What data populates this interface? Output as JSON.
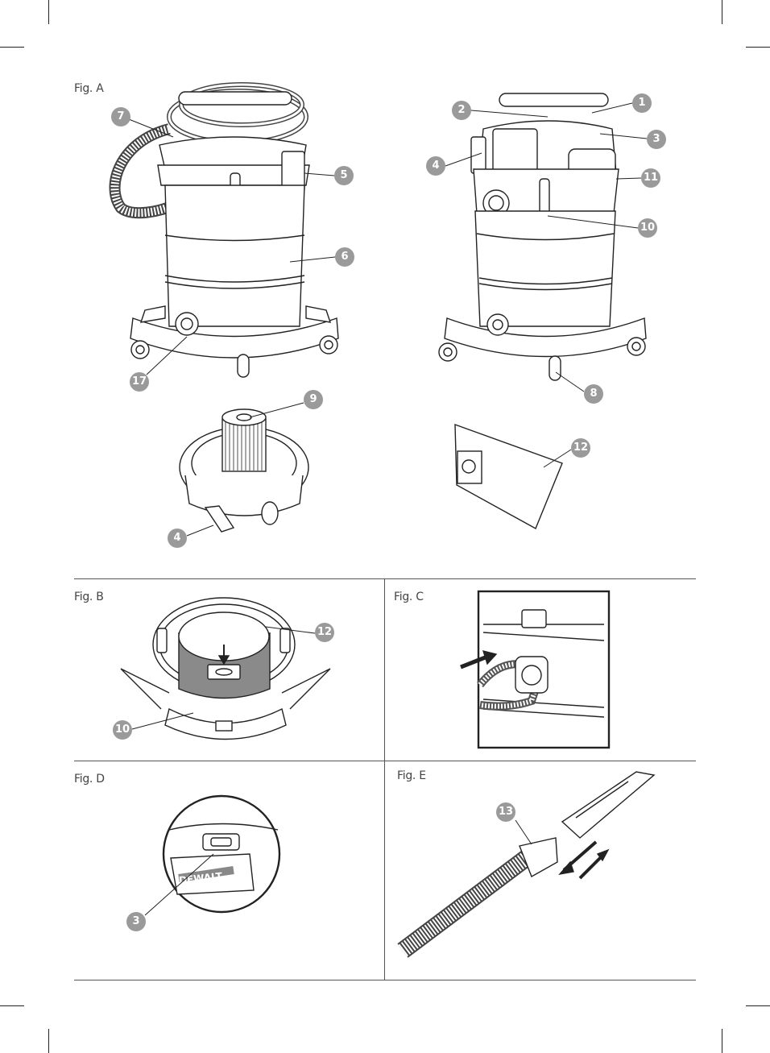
{
  "figures": {
    "a": {
      "label": "Fig. A"
    },
    "b": {
      "label": "Fig. B"
    },
    "c": {
      "label": "Fig. C"
    },
    "d": {
      "label": "Fig. D"
    },
    "e": {
      "label": "Fig. E"
    }
  },
  "callouts": {
    "a7": "7",
    "a5": "5",
    "a6": "6",
    "a17": "17",
    "a9": "9",
    "a4": "4",
    "a2": "2",
    "a1": "1",
    "a3": "3",
    "a4b": "4",
    "a11": "11",
    "a10": "10",
    "a8": "8",
    "a12": "12",
    "b12": "12",
    "b10": "10",
    "d3": "3",
    "e13": "13"
  },
  "brand_text": "DEWALT",
  "colors": {
    "callout_fill": "#9a9a9a",
    "line": "#222222",
    "bag": "#8a8a8a"
  }
}
